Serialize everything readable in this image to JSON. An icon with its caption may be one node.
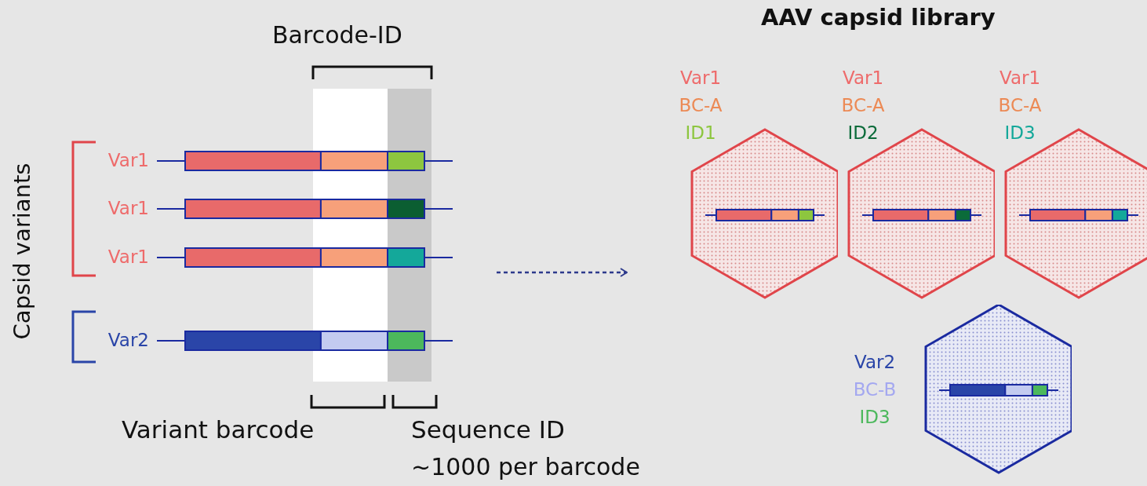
{
  "diagram": {
    "title": "AAV capsid library",
    "nodes": [
      {
        "text": [],
        "shape": "bar",
        "beside": [
          "Var1"
        ]
      },
      {
        "text": [],
        "shape": "bar",
        "beside": [
          "Var1"
        ]
      },
      {
        "text": [],
        "shape": "bar",
        "beside": [
          "Var1"
        ]
      },
      {
        "text": [],
        "shape": "bar",
        "beside": [
          "Var2"
        ]
      },
      {
        "text": [
          "Var1",
          "BC-A",
          "ID1"
        ]
      },
      {
        "text": [
          "Var1",
          "BC-A",
          "ID2"
        ]
      },
      {
        "text": [
          "Var1",
          "BC-A",
          "ID3"
        ]
      },
      {
        "text": [
          "Var2",
          "BC-B",
          "ID3"
        ]
      }
    ],
    "edges": [],
    "labels": [
      "Barcode-ID",
      "Capsid variants",
      "Variant barcode",
      "Sequence ID",
      "~1000 per barcode"
    ]
  }
}
